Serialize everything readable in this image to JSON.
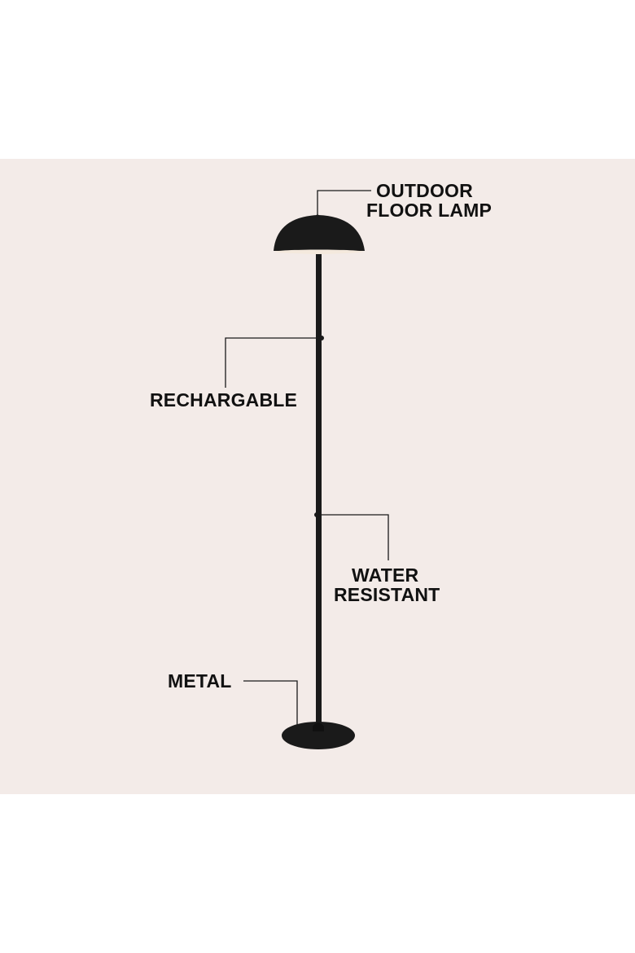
{
  "colors": {
    "background": "#ffffff",
    "panel": "#f3ebe8",
    "lamp": "#1a1a1a",
    "shade_inner": "#f4e9dd",
    "text": "#111111"
  },
  "callouts": {
    "outdoor_floor_lamp": {
      "line1": "OUTDOOR",
      "line2": "FLOOR LAMP"
    },
    "rechargable": "RECHARGABLE",
    "water_resistant": {
      "line1": "WATER",
      "line2": "RESISTANT"
    },
    "metal": "METAL"
  }
}
